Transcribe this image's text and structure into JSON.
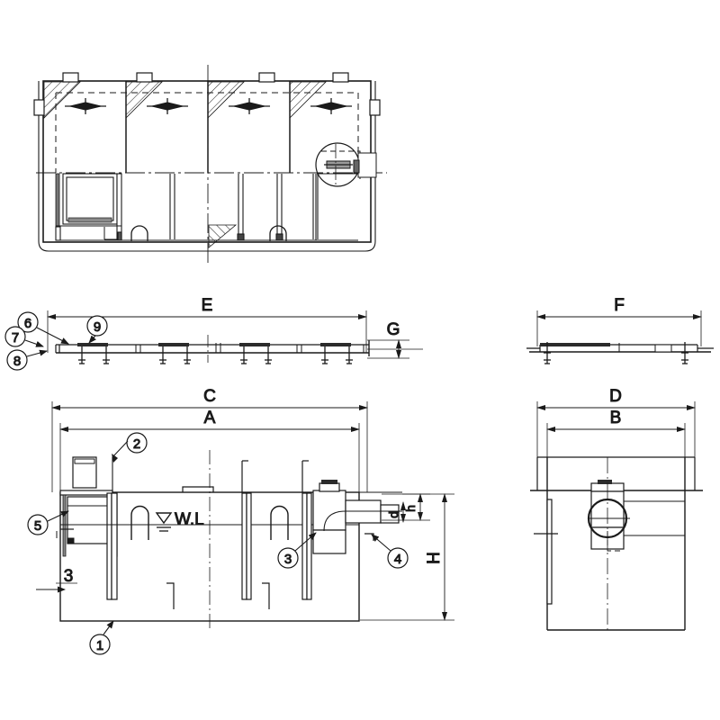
{
  "drawing": {
    "title": "Septic Tank Assembly Drawing",
    "line_color": "#1a1a1a",
    "bg_color": "#ffffff",
    "views": [
      {
        "name": "plan-view",
        "label": ""
      },
      {
        "name": "top-elevation-view",
        "label": ""
      },
      {
        "name": "end-top-elevation-view",
        "label": ""
      },
      {
        "name": "longitudinal-section-view",
        "label": ""
      },
      {
        "name": "end-section-view",
        "label": ""
      }
    ]
  },
  "dimensions": {
    "E": "E",
    "G": "G",
    "F": "F",
    "C": "C",
    "A": "A",
    "D": "D",
    "B": "B",
    "H": "H",
    "h": "h",
    "d": "d",
    "three": "3"
  },
  "callouts": {
    "one": "1",
    "two": "2",
    "three": "3",
    "four": "4",
    "five": "5",
    "six": "6",
    "seven": "7",
    "eight": "8",
    "nine": "9"
  },
  "annotations": {
    "water_level": "W.L"
  }
}
